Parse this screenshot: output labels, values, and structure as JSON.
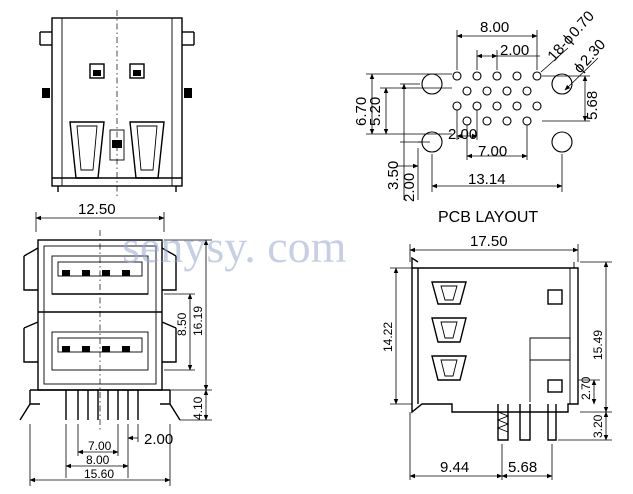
{
  "watermark": "senysy. com",
  "pcb_layout": {
    "title": "PCB LAYOUT",
    "dims": {
      "d_8_00": "8.00",
      "d_2_00_top": "2.00",
      "d_18_holes": "18-",
      "d_phi": "ϕ",
      "d_0_70": "0.70",
      "d_2_30": "2.30",
      "d_6_70": "6.70",
      "d_5_20": "5.20",
      "d_5_68": "5.68",
      "d_2_00_mid": "2.00",
      "d_7_00": "7.00",
      "d_3_50": "3.50",
      "d_2_00_left": "2.00",
      "d_13_14": "13.14"
    }
  },
  "front_view": {
    "dims": {
      "d_12_50": "12.50",
      "d_8_50": "8.50",
      "d_16_19": "16.19",
      "d_4_10": "4.10",
      "d_2_00": "2.00",
      "d_7_00": "7.00",
      "d_8_00": "8.00",
      "d_15_60": "15.60"
    }
  },
  "side_view": {
    "dims": {
      "d_17_50": "17.50",
      "d_14_22": "14.22",
      "d_15_49": "15.49",
      "d_2_70": "2.70",
      "d_3_20": "3.20",
      "d_9_44": "9.44",
      "d_5_68": "5.68"
    }
  }
}
